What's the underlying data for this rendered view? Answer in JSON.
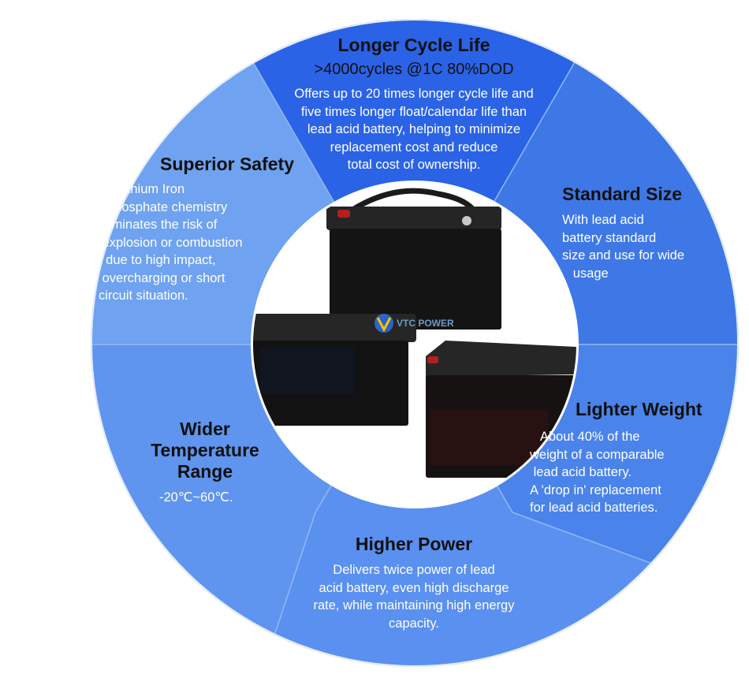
{
  "colors": {
    "segment_top": "#2b63e6",
    "segment_right_upper": "#3e78e7",
    "segment_right_lower": "#4a83ea",
    "segment_bottom": "#5a90ef",
    "segment_left_lower": "#5f95ee",
    "segment_left_upper": "#6fa2f0",
    "divider": "#8fb6f4"
  },
  "segments": {
    "longer_cycle_life": {
      "title": "Longer Cycle Life",
      "subtitle": ">4000cycles @1C 80%DOD",
      "body": "Offers up to 20 times longer cycle life and\nfive times longer float/calendar life than\nlead acid battery, helping to minimize\nreplacement cost and reduce\ntotal cost of ownership."
    },
    "standard_size": {
      "title": "Standard Size",
      "body": "With lead acid\nbattery standard\nsize and use for wide\n   usage"
    },
    "lighter_weight": {
      "title": "Lighter Weight",
      "body": "   About 40% of the\nweight of a comparable\n lead acid battery.\nA 'drop in' replacement\nfor lead acid batteries."
    },
    "higher_power": {
      "title": "Higher Power",
      "body": "Delivers twice power of lead\nacid battery, even high discharge\nrate, while maintaining high energy\ncapacity."
    },
    "wider_temperature_range": {
      "title": "Wider\nTemperature\nRange",
      "body": "-20℃~60℃."
    },
    "superior_safety": {
      "title": "Superior Safety",
      "body": "     Lithium Iron\n  Phosphate chemistry\neliminates the risk of\n explosion or combustion\n  due to high impact,\n overcharging or short\ncircuit situation."
    }
  },
  "center_image": {
    "logo_text": "VTC POWER"
  }
}
